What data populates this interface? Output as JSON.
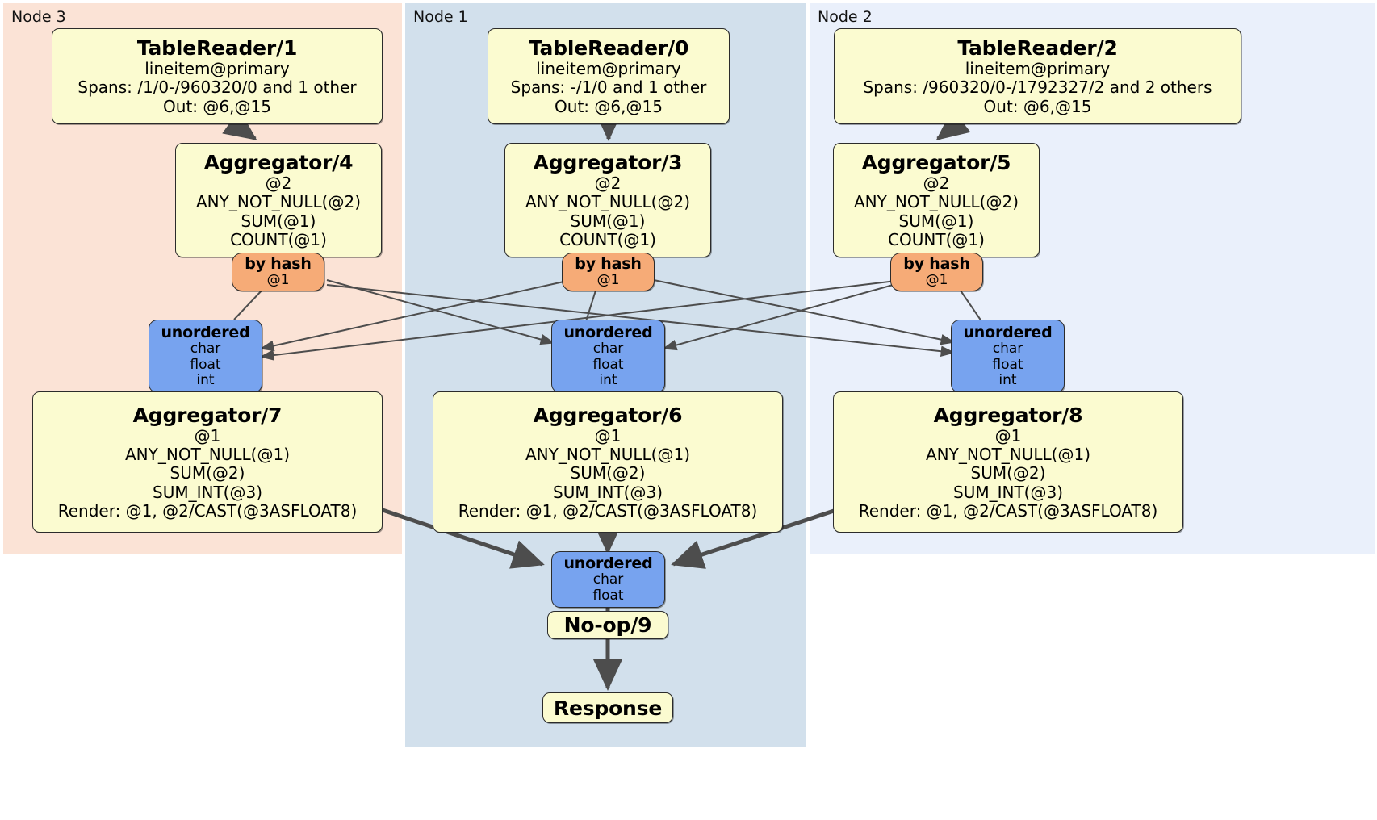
{
  "diagram": {
    "type": "distributed-query-plan",
    "regions": [
      {
        "id": "node3",
        "label": "Node 3",
        "color": "#fbe3d6"
      },
      {
        "id": "node1",
        "label": "Node 1",
        "color": "#d2e0ec"
      },
      {
        "id": "node2",
        "label": "Node 2",
        "color": "#eaf0fb"
      }
    ],
    "colors": {
      "processor_fill": "#fbfbd0",
      "hash_router_fill": "#f6ab77",
      "unordered_router_fill": "#77a3ef",
      "border": "#2b2b2b",
      "edge": "#4d4d4d"
    },
    "nodes": {
      "tablereader1": {
        "title": "TableReader/1",
        "lines": [
          "lineitem@primary",
          "Spans: /1/0-/960320/0 and 1 other",
          "Out: @6,@15"
        ]
      },
      "tablereader0": {
        "title": "TableReader/0",
        "lines": [
          "lineitem@primary",
          "Spans: -/1/0 and 1 other",
          "Out: @6,@15"
        ]
      },
      "tablereader2": {
        "title": "TableReader/2",
        "lines": [
          "lineitem@primary",
          "Spans: /960320/0-/1792327/2 and 2 others",
          "Out: @6,@15"
        ]
      },
      "aggregator4": {
        "title": "Aggregator/4",
        "lines": [
          "@2",
          "ANY_NOT_NULL(@2)",
          "SUM(@1)",
          "COUNT(@1)"
        ]
      },
      "aggregator3": {
        "title": "Aggregator/3",
        "lines": [
          "@2",
          "ANY_NOT_NULL(@2)",
          "SUM(@1)",
          "COUNT(@1)"
        ]
      },
      "aggregator5": {
        "title": "Aggregator/5",
        "lines": [
          "@2",
          "ANY_NOT_NULL(@2)",
          "SUM(@1)",
          "COUNT(@1)"
        ]
      },
      "byhash_left": {
        "title": "by hash",
        "lines": [
          "@1"
        ]
      },
      "byhash_mid": {
        "title": "by hash",
        "lines": [
          "@1"
        ]
      },
      "byhash_right": {
        "title": "by hash",
        "lines": [
          "@1"
        ]
      },
      "unordered_left": {
        "title": "unordered",
        "lines": [
          "char",
          "float",
          "int"
        ]
      },
      "unordered_mid": {
        "title": "unordered",
        "lines": [
          "char",
          "float",
          "int"
        ]
      },
      "unordered_right": {
        "title": "unordered",
        "lines": [
          "char",
          "float",
          "int"
        ]
      },
      "aggregator7": {
        "title": "Aggregator/7",
        "lines": [
          "@1",
          "ANY_NOT_NULL(@1)",
          "SUM(@2)",
          "SUM_INT(@3)",
          "Render: @1, @2/CAST(@3ASFLOAT8)"
        ]
      },
      "aggregator6": {
        "title": "Aggregator/6",
        "lines": [
          "@1",
          "ANY_NOT_NULL(@1)",
          "SUM(@2)",
          "SUM_INT(@3)",
          "Render: @1, @2/CAST(@3ASFLOAT8)"
        ]
      },
      "aggregator8": {
        "title": "Aggregator/8",
        "lines": [
          "@1",
          "ANY_NOT_NULL(@1)",
          "SUM(@2)",
          "SUM_INT(@3)",
          "Render: @1, @2/CAST(@3ASFLOAT8)"
        ]
      },
      "unordered_final": {
        "title": "unordered",
        "lines": [
          "char",
          "float"
        ]
      },
      "noop9": {
        "title": "No-op/9",
        "lines": []
      },
      "response": {
        "title": "Response",
        "lines": []
      }
    }
  }
}
